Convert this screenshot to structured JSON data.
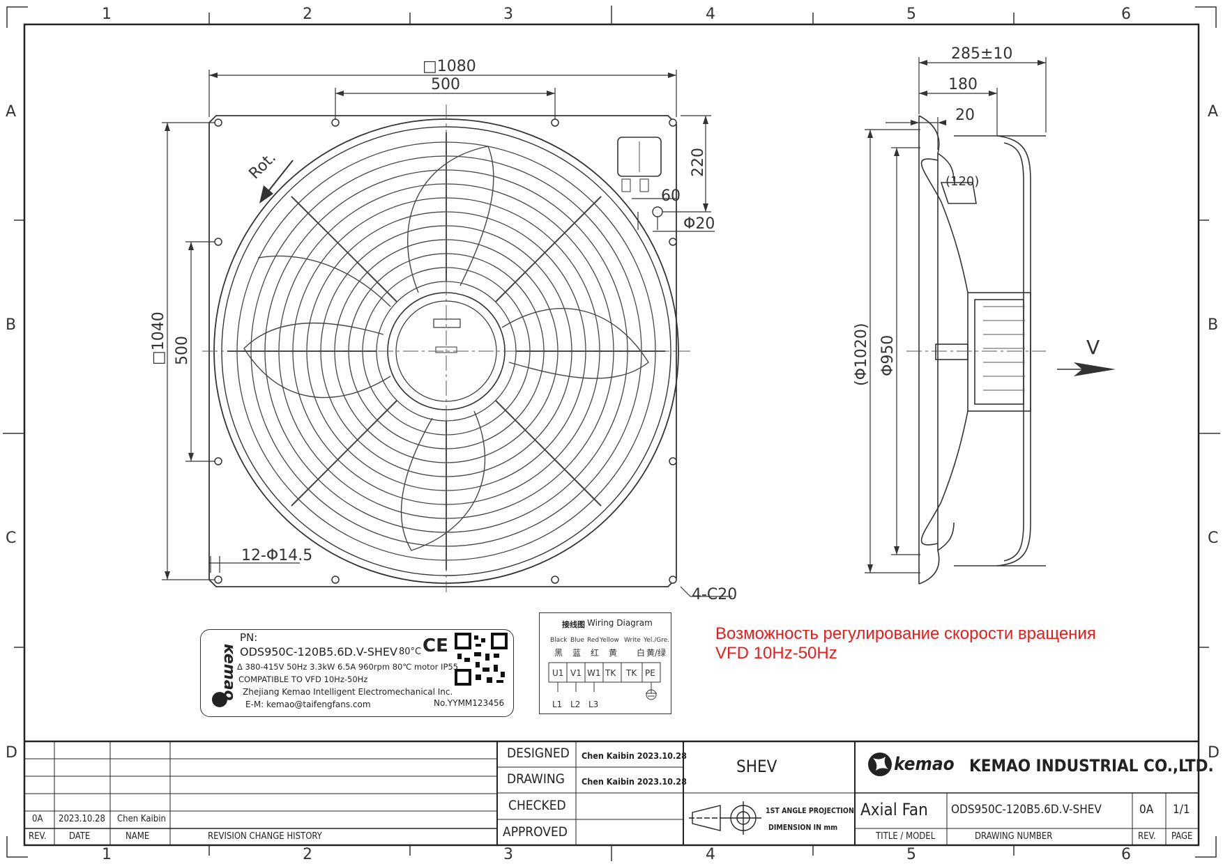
{
  "zones": {
    "columns": [
      "1",
      "2",
      "3",
      "4",
      "5",
      "6"
    ],
    "rows": [
      "A",
      "B",
      "C",
      "D"
    ]
  },
  "front_view": {
    "dims": {
      "overall_square": "□1080",
      "top_holes": "500",
      "side_square": "□1040",
      "side_holes": "500",
      "holes": "12-Φ14.5",
      "corners": "4-C20",
      "box_height": "220",
      "box_offset": "60",
      "gland": "Φ20",
      "rotation": "Rot."
    }
  },
  "side_view": {
    "dims": {
      "depth": "285±10",
      "depth2": "180",
      "flange": "20",
      "blade_angle": "(120)",
      "outer_dia": "(Φ1020)",
      "inner_dia": "Φ950",
      "airflow": "V"
    }
  },
  "nameplate": {
    "pn_label": "PN:",
    "model": "ODS950C-120B5.6D.V-SHEV",
    "temp": "80°C",
    "specs": "Δ 380-415V 50Hz 3.3kW 6.5A 960rpm 80℃ motor IP55",
    "vfd": "COMPATIBLE TO VFD 10Hz-50Hz",
    "company": "Zhejiang Kemao Intelligent Electromechanical Inc.",
    "email": "E-M: kemao@taifengfans.com",
    "serial": "No.YYMM123456",
    "brand": "kemao",
    "ce": "CE"
  },
  "wiring": {
    "title_cn": "接线图",
    "title_en": "Wiring Diagram",
    "colors_en": [
      "Black",
      "Blue",
      "Red",
      "Yellow",
      "Write",
      "Yel./Gre."
    ],
    "colors_cn": [
      "黑",
      "蓝",
      "红",
      "黄",
      "白",
      "黄/绿"
    ],
    "terminals": [
      "U1",
      "V1",
      "W1",
      "TK",
      "TK",
      "PE"
    ],
    "lines": [
      "L1",
      "L2",
      "L3"
    ]
  },
  "note": {
    "line1": "Возможность регулирование скорости вращения",
    "line2": "VFD 10Hz-50Hz"
  },
  "title_block": {
    "designed_label": "DESIGNED",
    "designed_value": "Chen Kaibin 2023.10.28",
    "drawing_label": "DRAWING",
    "drawing_value": "Chen Kaibin 2023.10.28",
    "checked_label": "CHECKED",
    "approved_label": "APPROVED",
    "series": "SHEV",
    "projection": "1ST ANGLE PROJECTION",
    "units": "DIMENSION IN mm",
    "brand": "kemao",
    "company": "KEMAO INDUSTRIAL CO.,LTD.",
    "title": "Axial Fan",
    "drawing_number": "ODS950C-120B5.6D.V-SHEV",
    "rev": "0A",
    "page": "1/1",
    "title_model_label": "TITLE / MODEL",
    "drawing_number_label": "DRAWING NUMBER",
    "rev_label": "REV.",
    "page_label": "PAGE",
    "revision": {
      "rev": "0A",
      "date": "2023.10.28",
      "name": "Chen Kaibin"
    },
    "rev_header": "REV.",
    "date_header": "DATE",
    "name_header": "NAME",
    "history_header": "REVISION CHANGE HISTORY"
  }
}
